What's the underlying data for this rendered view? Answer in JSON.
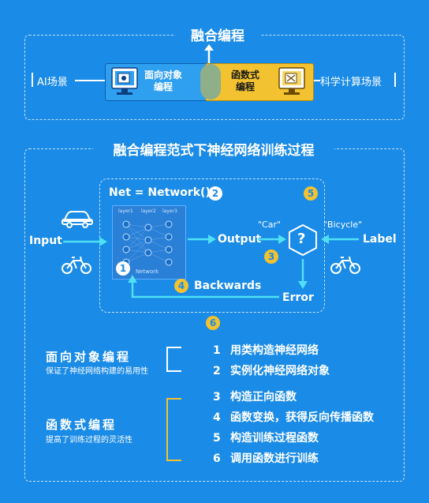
{
  "top": {
    "title": "融合编程",
    "left_label": "AI场景",
    "right_label": "科学计算场景",
    "oop_label_line1": "面向对象",
    "oop_label_line2": "编程",
    "func_label_line1": "函数式",
    "func_label_line2": "编程"
  },
  "main": {
    "title": "融合编程范式下神经网络训练过程",
    "net_label": "Net = Network()",
    "network_caption": "Network",
    "layer_labels": [
      "layer1",
      "layer2",
      "layer3"
    ],
    "input_label": "Input",
    "output_label": "Output",
    "label_label": "Label",
    "car_quote": "\"Car\"",
    "bicycle_quote": "\"Bicycle\"",
    "error_label": "Error",
    "backwards_label": "Backwards",
    "question_mark": "?",
    "badges": [
      "1",
      "2",
      "3",
      "4",
      "5",
      "6"
    ]
  },
  "sections": {
    "oop": {
      "title": "面向对象编程",
      "subtitle": "保证了神经网络构建的易用性"
    },
    "func": {
      "title": "函数式编程",
      "subtitle": "提高了训练过程的灵活性"
    }
  },
  "steps": [
    {
      "num": "1",
      "text": "用类构造神经网络"
    },
    {
      "num": "2",
      "text": "实例化神经网络对象"
    },
    {
      "num": "3",
      "text": "构造正向函数"
    },
    {
      "num": "4",
      "text": "函数变换，获得反向传播函数"
    },
    {
      "num": "5",
      "text": "构造训练过程函数"
    },
    {
      "num": "6",
      "text": "调用函数进行训练"
    }
  ],
  "colors": {
    "background": "#1a8be6",
    "accent_yellow": "#f2c230",
    "arrow_cyan": "#4fe0f5",
    "oop_box": "#2f9ff0",
    "func_box": "#f2c230"
  }
}
